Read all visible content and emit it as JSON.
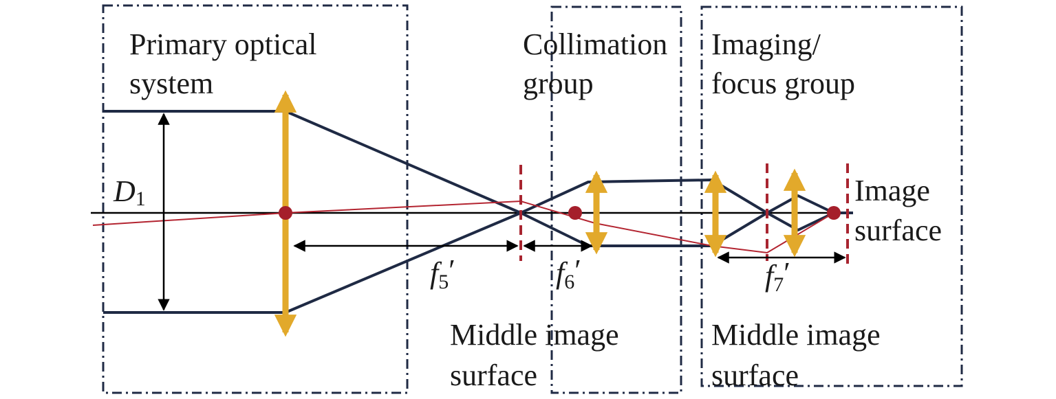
{
  "labels": {
    "primary_line1": "Primary optical",
    "primary_line2": "system",
    "collimation_line1": "Collimation",
    "collimation_line2": "group",
    "imaging_line1": "Imaging/",
    "imaging_line2": "focus group",
    "image_surface_line1": "Image",
    "image_surface_line2": "surface",
    "middle1_line1": "Middle image",
    "middle1_line2": "surface",
    "middle2_line1": "Middle image",
    "middle2_line2": "surface",
    "d1_main": "D",
    "d1_sub": "1",
    "f5_main": "f",
    "f5_sub": "5",
    "f6_main": "f",
    "f6_sub": "6",
    "f7_main": "f",
    "f7_sub": "7",
    "prime": "′"
  },
  "colors": {
    "lens": "#e2a92b",
    "ray": "#1f2a44",
    "chief_ray": "#b32430",
    "image_plane": "#a82530",
    "focal_point": "#a51f2b",
    "frame": "#1f2a44",
    "axis": "#000000"
  }
}
